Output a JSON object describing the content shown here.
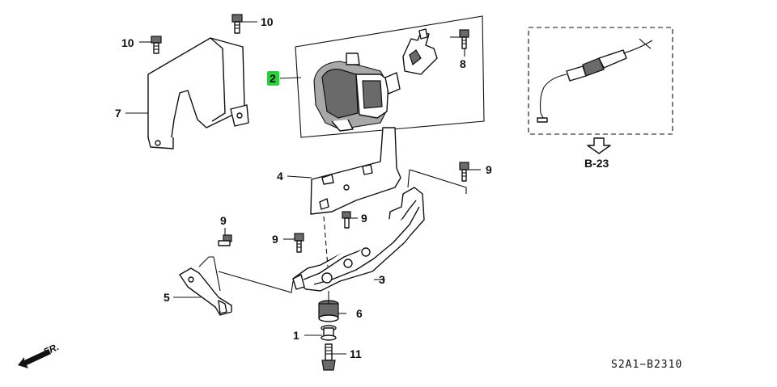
{
  "callouts": [
    {
      "id": "1",
      "label": "1"
    },
    {
      "id": "2",
      "label": "2",
      "highlighted": true
    },
    {
      "id": "3",
      "label": "3"
    },
    {
      "id": "4",
      "label": "4"
    },
    {
      "id": "5",
      "label": "5"
    },
    {
      "id": "6",
      "label": "6"
    },
    {
      "id": "7",
      "label": "7"
    },
    {
      "id": "8",
      "label": "8"
    },
    {
      "id": "9a",
      "label": "9"
    },
    {
      "id": "9b",
      "label": "9"
    },
    {
      "id": "9c",
      "label": "9"
    },
    {
      "id": "9d",
      "label": "9"
    },
    {
      "id": "10a",
      "label": "10"
    },
    {
      "id": "10b",
      "label": "10"
    },
    {
      "id": "11",
      "label": "11"
    }
  ],
  "reference": {
    "label": "B-23"
  },
  "diagram_code": "S2A1−B2310",
  "direction": {
    "label": "FR."
  },
  "colors": {
    "highlight": "#2ecc40",
    "ink": "#111111"
  }
}
